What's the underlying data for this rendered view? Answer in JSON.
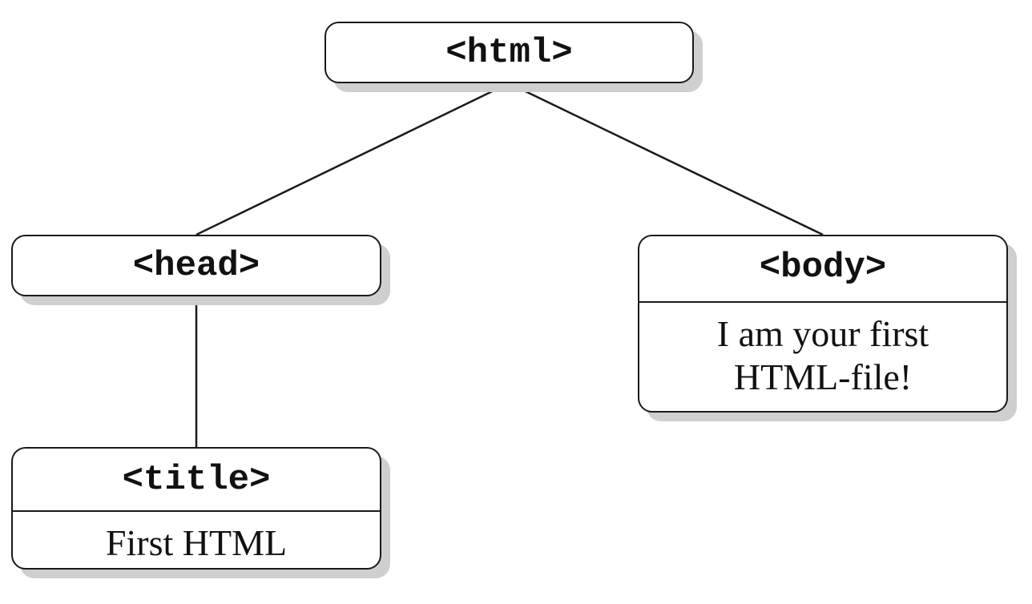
{
  "diagram": {
    "nodes": [
      {
        "id": "html",
        "tag": "<html>"
      },
      {
        "id": "head",
        "tag": "<head>"
      },
      {
        "id": "body",
        "tag": "<body>",
        "content": "I am your first\nHTML-file!"
      },
      {
        "id": "title",
        "tag": "<title>",
        "content": "First HTML"
      }
    ],
    "edges": [
      {
        "from": "html",
        "to": "head"
      },
      {
        "from": "html",
        "to": "body"
      },
      {
        "from": "head",
        "to": "title"
      }
    ],
    "colors": {
      "stroke": "#1a1a1a",
      "shadow": "#cfcfcf",
      "background": "#ffffff"
    }
  }
}
